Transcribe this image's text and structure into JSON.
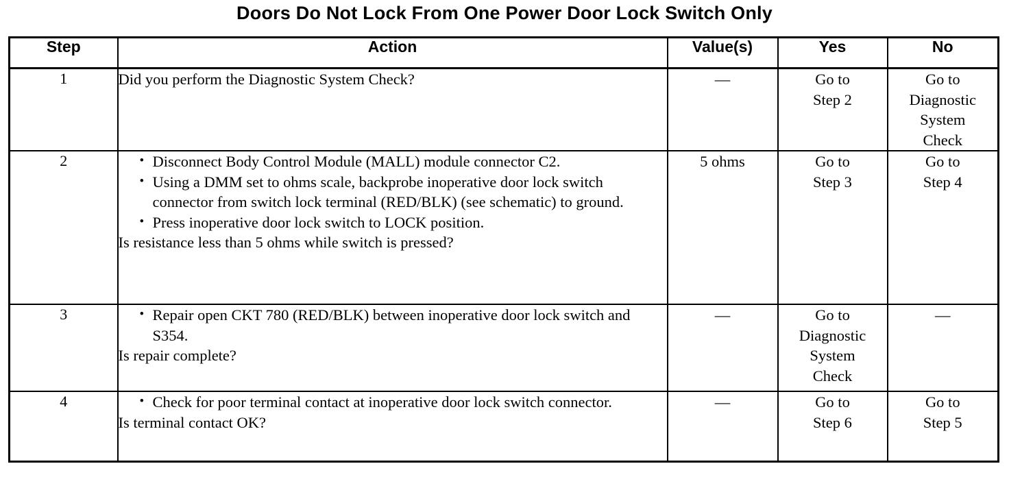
{
  "document": {
    "title": "Doors Do Not Lock From One Power Door Lock Switch Only"
  },
  "table": {
    "columns": [
      {
        "key": "step",
        "label": "Step"
      },
      {
        "key": "action",
        "label": "Action"
      },
      {
        "key": "value",
        "label": "Value(s)"
      },
      {
        "key": "yes",
        "label": "Yes"
      },
      {
        "key": "no",
        "label": "No"
      }
    ],
    "rows": [
      {
        "step": "1",
        "action": {
          "bullets": [],
          "question": "Did you perform the Diagnostic System Check?"
        },
        "value": "—",
        "yes": "Go to\nStep 2",
        "no": "Go to\nDiagnostic\nSystem\nCheck"
      },
      {
        "step": "2",
        "action": {
          "bullets": [
            "Disconnect Body Control Module (MALL) module connector C2.",
            "Using a DMM set to ohms scale, backprobe inoperative door lock switch connector from switch lock terminal (RED/BLK) (see schematic) to ground.",
            "Press inoperative door lock switch to LOCK position."
          ],
          "question": "Is resistance less than 5 ohms while switch is pressed?"
        },
        "value": "5 ohms",
        "yes": "Go to\nStep 3",
        "no": "Go to\nStep 4"
      },
      {
        "step": "3",
        "action": {
          "bullets": [
            "Repair open CKT 780 (RED/BLK) between inoperative door lock switch and S354."
          ],
          "question": "Is repair complete?"
        },
        "value": "—",
        "yes": "Go to\nDiagnostic\nSystem\nCheck",
        "no": "—"
      },
      {
        "step": "4",
        "action": {
          "bullets": [
            "Check for poor terminal contact at inoperative door lock switch connector."
          ],
          "question": "Is terminal contact OK?"
        },
        "value": "—",
        "yes": "Go to\nStep 6",
        "no": "Go to\nStep 5"
      }
    ]
  },
  "colors": {
    "background": "#ffffff",
    "text": "#000000",
    "border": "#000000"
  }
}
